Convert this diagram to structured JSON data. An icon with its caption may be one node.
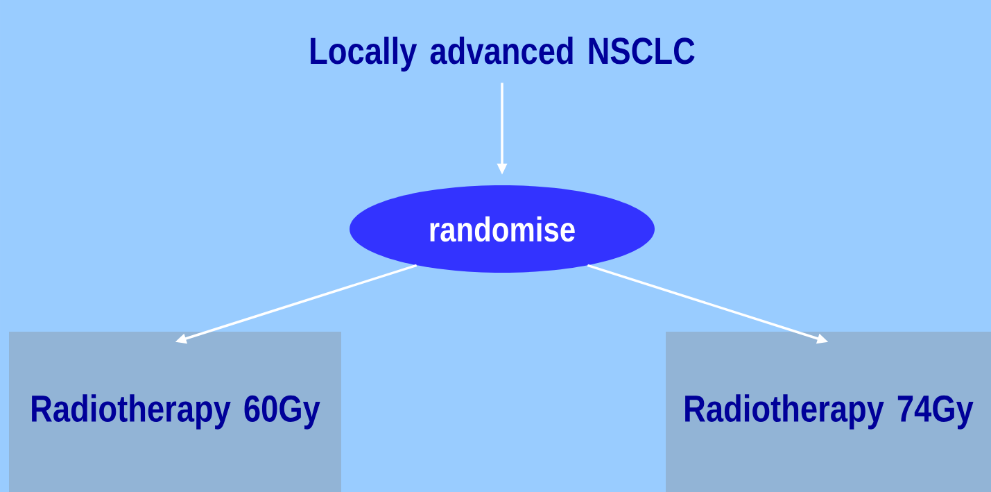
{
  "diagram": {
    "nodes": [
      {
        "text": [
          "Locally advanced NSCLC"
        ]
      },
      {
        "text": [
          "randomise"
        ]
      },
      {
        "text": [
          "Radiotherapy 60Gy"
        ]
      },
      {
        "text": [
          "Radiotherapy 74Gy"
        ]
      }
    ],
    "edges": [
      {
        "from": 0,
        "to": 1,
        "arrow": "to"
      },
      {
        "from": 1,
        "to": 2,
        "arrow": "to"
      },
      {
        "from": 1,
        "to": 3,
        "arrow": "to"
      }
    ]
  }
}
